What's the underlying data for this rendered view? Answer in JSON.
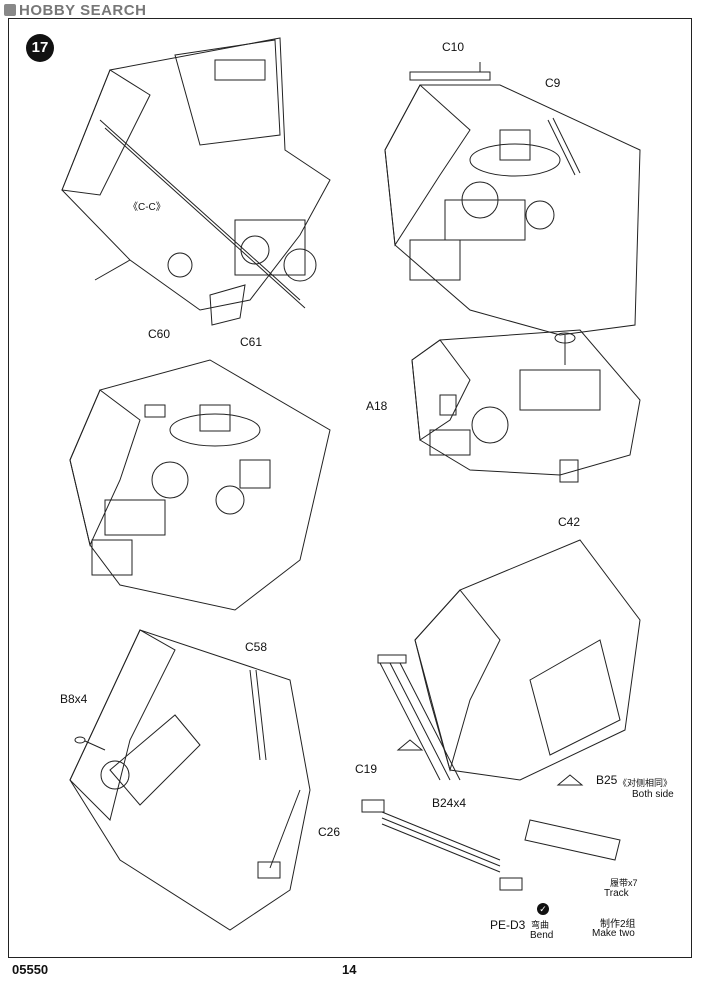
{
  "watermark": "HOBBY SEARCH",
  "step_number": "17",
  "section_view": "《C-C》",
  "part_labels": {
    "c10": "C10",
    "c9": "C9",
    "c60": "C60",
    "c61": "C61",
    "a18": "A18",
    "c42": "C42",
    "c58": "C58",
    "b8x4": "B8x4",
    "c26": "C26",
    "c19": "C19",
    "b24x4": "B24x4",
    "b25": "B25",
    "pe_d3": "PE-D3"
  },
  "notes": {
    "both_side_cn": "《对侧相同》",
    "both_side_en": "Both side",
    "track_cn": "履带x7",
    "track_en": "Track",
    "bend_cn": "弯曲",
    "bend_en": "Bend",
    "make_two_cn": "制作2组",
    "make_two_en": "Make two"
  },
  "footer": {
    "kit_number": "05550",
    "page_number": "14"
  }
}
